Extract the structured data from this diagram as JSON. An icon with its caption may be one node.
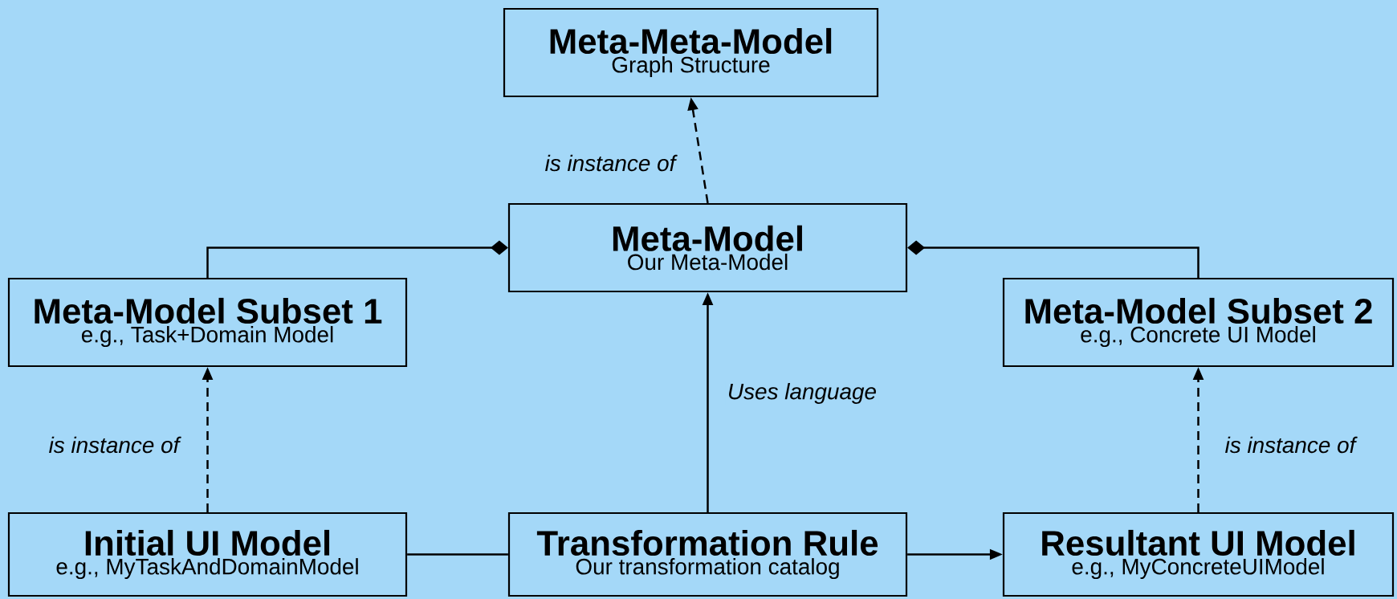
{
  "diagram": {
    "nodes": [
      {
        "text": [
          "Meta-Meta-Model",
          "Graph Structure"
        ]
      },
      {
        "text": [
          "Meta-Model",
          "Our Meta-Model"
        ]
      },
      {
        "text": [
          "Meta-Model Subset 1",
          "e.g., Task+Domain Model"
        ]
      },
      {
        "text": [
          "Meta-Model Subset 2",
          "e.g., Concrete UI Model"
        ]
      },
      {
        "text": [
          "Initial UI Model",
          "e.g., MyTaskAndDomainModel"
        ]
      },
      {
        "text": [
          "Transformation Rule",
          "Our transformation catalog"
        ]
      },
      {
        "text": [
          "Resultant UI Model",
          "e.g., MyConcreteUIModel"
        ]
      }
    ],
    "edges": [
      {
        "from": 1,
        "to": 0,
        "arrow": "to",
        "style": "dashed",
        "label": "is instance of"
      },
      {
        "from": 2,
        "to": 1,
        "arrow": "other"
      },
      {
        "from": 3,
        "to": 1,
        "arrow": "other"
      },
      {
        "from": 4,
        "to": 2,
        "arrow": "to",
        "style": "dashed",
        "label": "is instance of"
      },
      {
        "from": 5,
        "to": 1,
        "arrow": "to",
        "label": "Uses language"
      },
      {
        "from": 6,
        "to": 3,
        "arrow": "to",
        "style": "dashed",
        "label": "is instance of"
      },
      {
        "from": 4,
        "to": 5,
        "arrow": "none"
      },
      {
        "from": 5,
        "to": 6,
        "arrow": "to"
      }
    ]
  }
}
